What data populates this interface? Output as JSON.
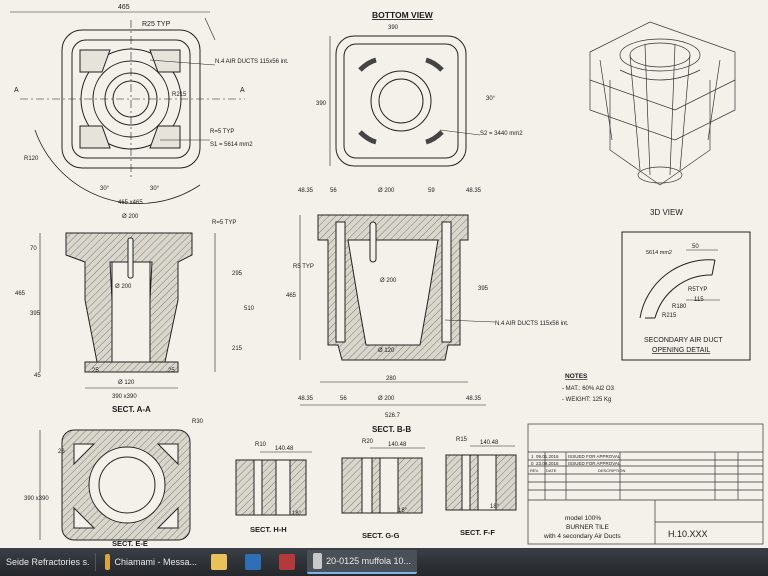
{
  "drawing": {
    "bottom_view_title": "BOTTOM VIEW",
    "view_3d_title": "3D VIEW",
    "detail_title_1": "SECONDARY AIR DUCT",
    "detail_title_2": "OPENING DETAIL",
    "sect_aa": "SECT. A-A",
    "sect_bb": "SECT. B-B",
    "sect_ee": "SECT. E-E",
    "sect_hh": "SECT. H-H",
    "sect_gg": "SECT. G-G",
    "sect_ff": "SECT. F-F",
    "note_airducts_top": "N.4 AIR DUCTS 115x56 int.",
    "note_airducts_bb": "N.4 AIR DUCTS 115x56 int.",
    "note_r5typ": "R=5 TYP",
    "note_r5typ_aa": "R=5 TYP",
    "note_s1": "S1 = 5614 mm2",
    "note_s2": "S2 = 3440 mm2",
    "note_r25typ": "R25 TYP",
    "r5typ_bb": "R5 TYP",
    "notes_header": "NOTES",
    "notes_mat": "- MAT.:  60% Al2 O3",
    "notes_weight": "- WEIGHT: 125 Kg",
    "dims": {
      "d465": "465",
      "d465x465": "465 x465",
      "d390": "390",
      "d390x390": "390 x390",
      "d526": "526.7",
      "d4835": "48.35",
      "d56": "56",
      "d59": "59",
      "d200": "Ø 200",
      "d120": "Ø 120",
      "d280": "280",
      "d395": "395",
      "d295": "295",
      "d215": "215",
      "d510": "510",
      "d70": "70",
      "d45": "45",
      "d25": "25",
      "d26": "26",
      "d115": "115",
      "d140": "140.48",
      "r10": "R10",
      "r15": "R15",
      "r20": "R20",
      "r30": "R30",
      "r120": "R120",
      "r215": "R215",
      "r180": "R180",
      "d50": "50",
      "a30": "30°",
      "a18": "18°",
      "s5614": "5614 mm2",
      "r5typ2": "R5TYP"
    },
    "title_block": {
      "rev1_no": "1",
      "rev1_date": "09.01.2016",
      "rev1_desc": "ISSUED FOR APPROVAL",
      "rev0_no": "0",
      "rev0_date": "23.09.2016",
      "rev0_desc": "ISSUED FOR APPROVAL",
      "col_rev": "REV.",
      "col_date": "DATE",
      "col_description": "DESCRIPTION",
      "model_line1": "model 100%",
      "model_line2": "BURNER TILE",
      "model_line3": "with 4 secondary Air Ducts",
      "drawing_no": "H.10.XXX"
    }
  },
  "taskbar": {
    "item1": "Seide Refractories s...",
    "item2": "Chiamami - Messa...",
    "item3": "20-0125 muffola 10..."
  }
}
